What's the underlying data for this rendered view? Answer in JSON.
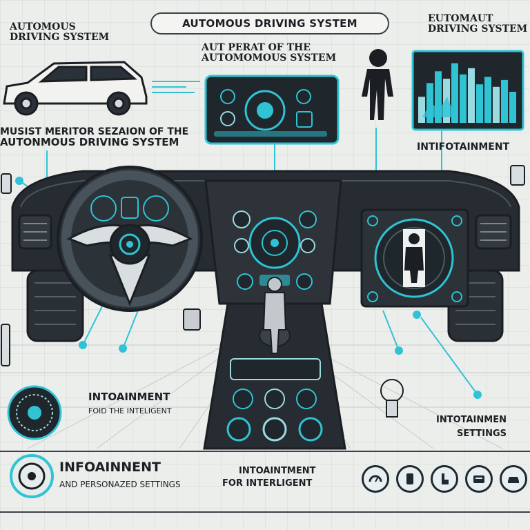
{
  "header": {
    "title": "AUTOMOUS DRIVING SYSTEM"
  },
  "labels": {
    "top_left_1": "AUTOMOUS",
    "top_left_2": "DRIVING SYSTEM",
    "top_center_1": "AUT  PERAT OF THE",
    "top_center_2": "AUTOMOMOUS SYSTEM",
    "top_right_1": "EUTOMAUT",
    "top_right_2": "DRIVING SYSTEM",
    "mid_left_1": "MUSIST MERITOR SEZAION OF THE",
    "mid_left_2": "AUTONMOUS DRIVING SYSTEM",
    "mid_right": "INTIFOTAINMENT",
    "lower_left_1": "INTOAINMENT",
    "lower_left_2": "FOID THE INTELIGENT",
    "lower_right_1": "INTOTAINMEN",
    "lower_right_2": "SETTINGS",
    "bottom_left_1": "INFOAINNENT",
    "bottom_left_2": "AND PERSONAZED SETTINGS",
    "bottom_center_1": "INTOAINTMENT",
    "bottom_center_2": "FOR INTERLIGENT"
  },
  "icons": {
    "car": "suv-side-icon",
    "person": "person-icon",
    "chart": "bar-chart-icon",
    "wheel": "steering-wheel-icon",
    "dial": "dial-icon",
    "buttons": [
      "gauge-icon",
      "phone-icon",
      "seat-icon",
      "media-icon",
      "car-icon"
    ]
  },
  "chart_bars": [
    0.42,
    0.64,
    0.83,
    0.71,
    0.96,
    0.78,
    0.88,
    0.62,
    0.74,
    0.58,
    0.69,
    0.5
  ],
  "colors": {
    "accent": "#2fc3d4",
    "dark": "#1b1e22",
    "panel": "#1f262c",
    "bg": "#eceeeb"
  }
}
